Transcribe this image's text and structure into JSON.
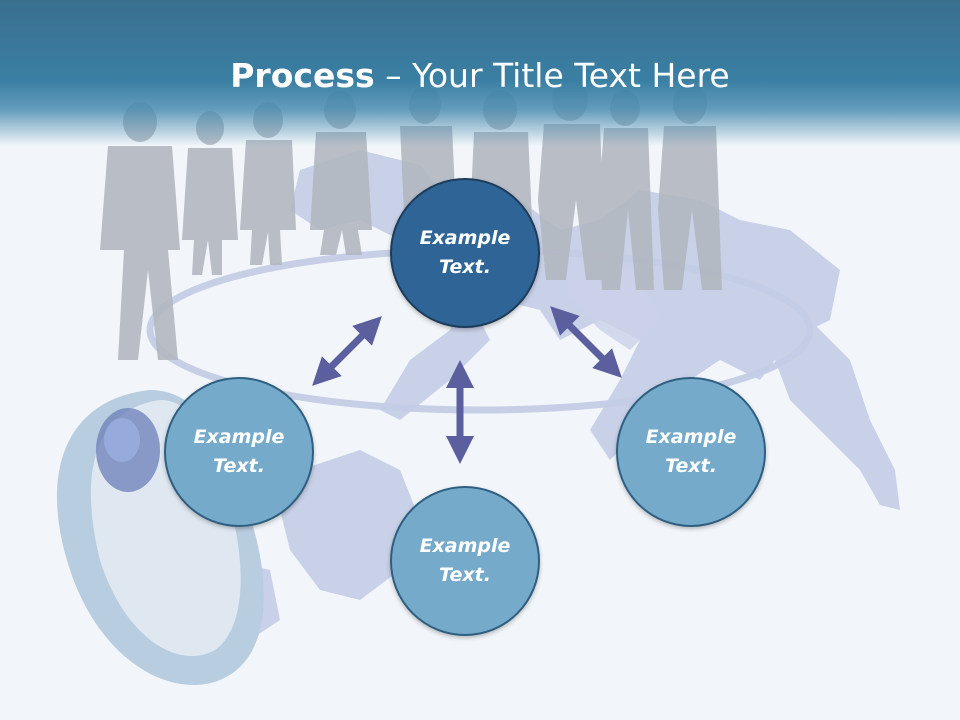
{
  "title": {
    "bold": "Process",
    "rest": " – Your Title Text Here"
  },
  "nodes": [
    {
      "label": "Example Text."
    },
    {
      "label": "Example Text."
    },
    {
      "label": "Example Text."
    },
    {
      "label": "Example Text."
    }
  ],
  "colors": {
    "title_bar": "#3a7fa3",
    "center_node": "#2f6596",
    "outer_node": "#76aacb",
    "arrow": "#5b5f9d"
  }
}
